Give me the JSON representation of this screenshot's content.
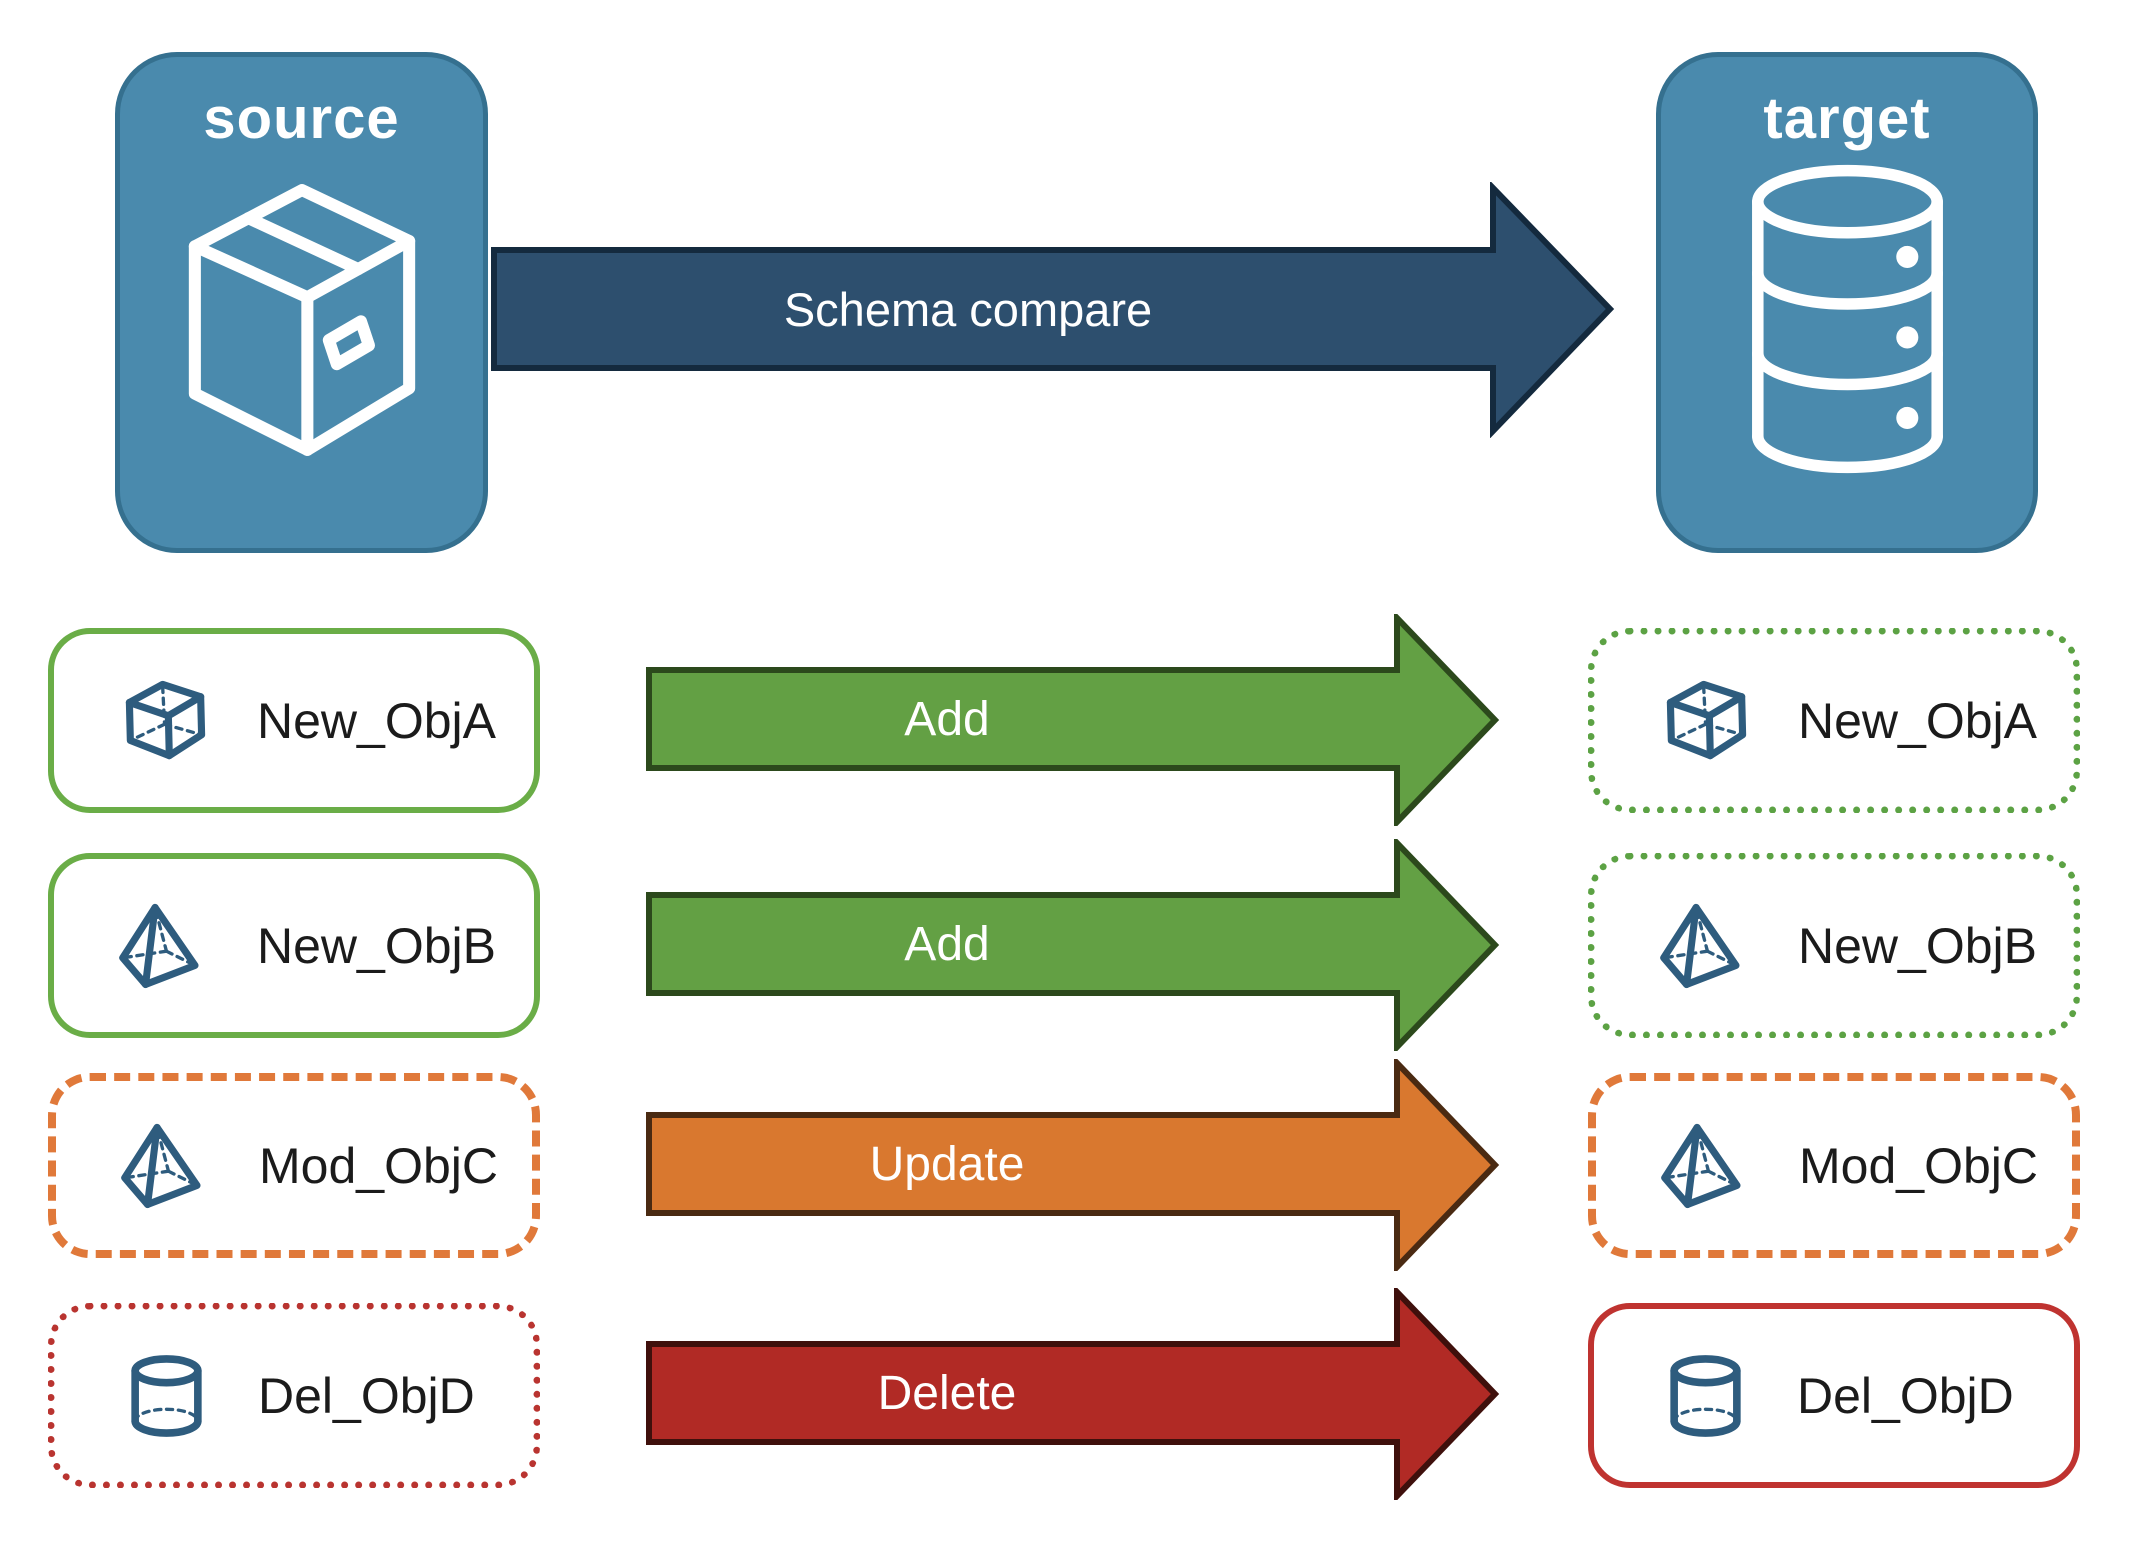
{
  "nodes": {
    "source": {
      "label": "source",
      "icon": "package-box-icon"
    },
    "target": {
      "label": "target",
      "icon": "database-icon"
    }
  },
  "schema_arrow": {
    "label": "Schema compare"
  },
  "rows": [
    {
      "name": "New_ObjA",
      "icon": "cube-icon",
      "action": "Add",
      "source_border": "solid-green",
      "target_border": "dotted-green"
    },
    {
      "name": "New_ObjB",
      "icon": "pyramid-icon",
      "action": "Add",
      "source_border": "solid-green",
      "target_border": "dotted-green"
    },
    {
      "name": "Mod_ObjC",
      "icon": "pyramid-icon",
      "action": "Update",
      "source_border": "dashed-orange",
      "target_border": "dashed-orange"
    },
    {
      "name": "Del_ObjD",
      "icon": "cylinder-icon",
      "action": "Delete",
      "source_border": "dotted-red",
      "target_border": "solid-red"
    }
  ],
  "colors": {
    "node_blue": "#4a8aad",
    "node_border": "#35708f",
    "schema_arrow_fill": "#2d4f6e",
    "schema_arrow_border": "#142a3e",
    "add_green_fill": "#63a044",
    "add_green_border": "#2c491c",
    "update_orange_fill": "#d9782f",
    "update_orange_border": "#4a2a12",
    "delete_red_fill": "#b12a25",
    "delete_red_border": "#3f100c",
    "card_green_border": "#6aad47",
    "card_orange_border": "#e0793a",
    "card_red_border": "#bd3430",
    "object_icon_color": "#2e5c7e",
    "label_text": "#1b1b1b"
  }
}
